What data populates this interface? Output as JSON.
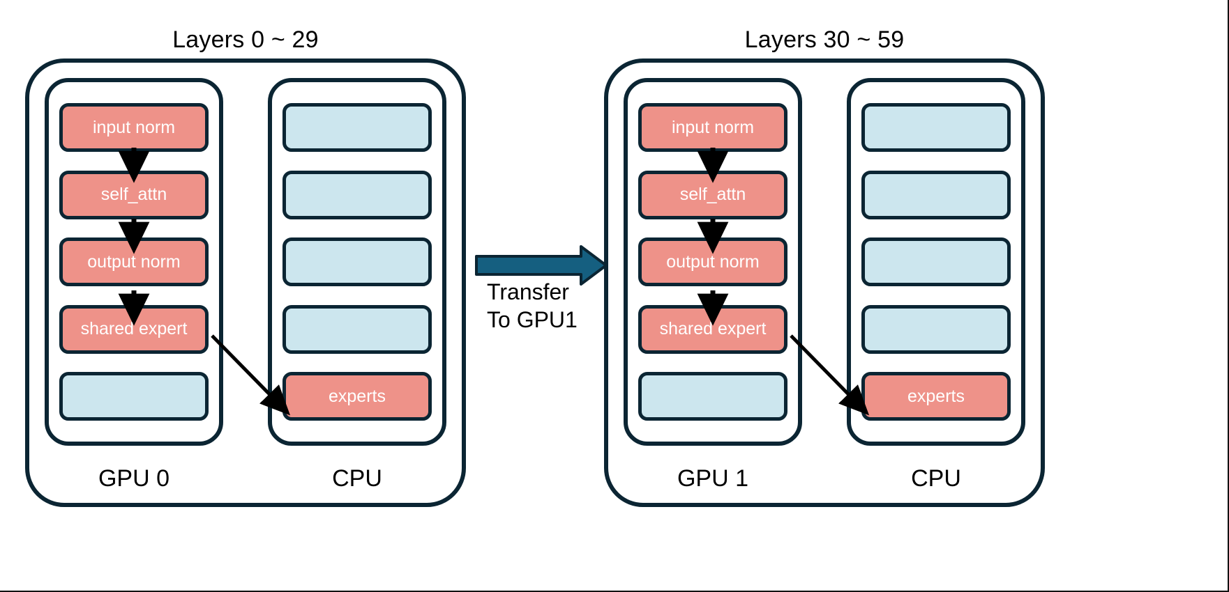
{
  "colors": {
    "outline": "#0b2533",
    "salmon": "#ee9289",
    "light_blue": "#cce6ee",
    "transfer_arrow": "#155f80",
    "flow_arrow": "#000000",
    "background": "#ffffff",
    "text_on_block": "#ffffff",
    "text_label": "#000000"
  },
  "groups": [
    {
      "id": "left",
      "title": "Layers 0 ~ 29",
      "gpu": {
        "label": "GPU 0",
        "units": [
          {
            "label": "input norm",
            "fill": "salmon"
          },
          {
            "label": "self_attn",
            "fill": "salmon"
          },
          {
            "label": "output norm",
            "fill": "salmon"
          },
          {
            "label": "shared expert",
            "fill": "salmon"
          },
          {
            "label": "",
            "fill": "blue"
          }
        ]
      },
      "cpu": {
        "label": "CPU",
        "units": [
          {
            "label": "",
            "fill": "blue"
          },
          {
            "label": "",
            "fill": "blue"
          },
          {
            "label": "",
            "fill": "blue"
          },
          {
            "label": "",
            "fill": "blue"
          },
          {
            "label": "experts",
            "fill": "salmon"
          }
        ]
      }
    },
    {
      "id": "right",
      "title": "Layers 30 ~ 59",
      "gpu": {
        "label": "GPU 1",
        "units": [
          {
            "label": "input norm",
            "fill": "salmon"
          },
          {
            "label": "self_attn",
            "fill": "salmon"
          },
          {
            "label": "output norm",
            "fill": "salmon"
          },
          {
            "label": "shared expert",
            "fill": "salmon"
          },
          {
            "label": "",
            "fill": "blue"
          }
        ]
      },
      "cpu": {
        "label": "CPU",
        "units": [
          {
            "label": "",
            "fill": "blue"
          },
          {
            "label": "",
            "fill": "blue"
          },
          {
            "label": "",
            "fill": "blue"
          },
          {
            "label": "",
            "fill": "blue"
          },
          {
            "label": "experts",
            "fill": "salmon"
          }
        ]
      }
    }
  ],
  "transfer": {
    "line1": "Transfer",
    "line2": "To GPU1"
  }
}
